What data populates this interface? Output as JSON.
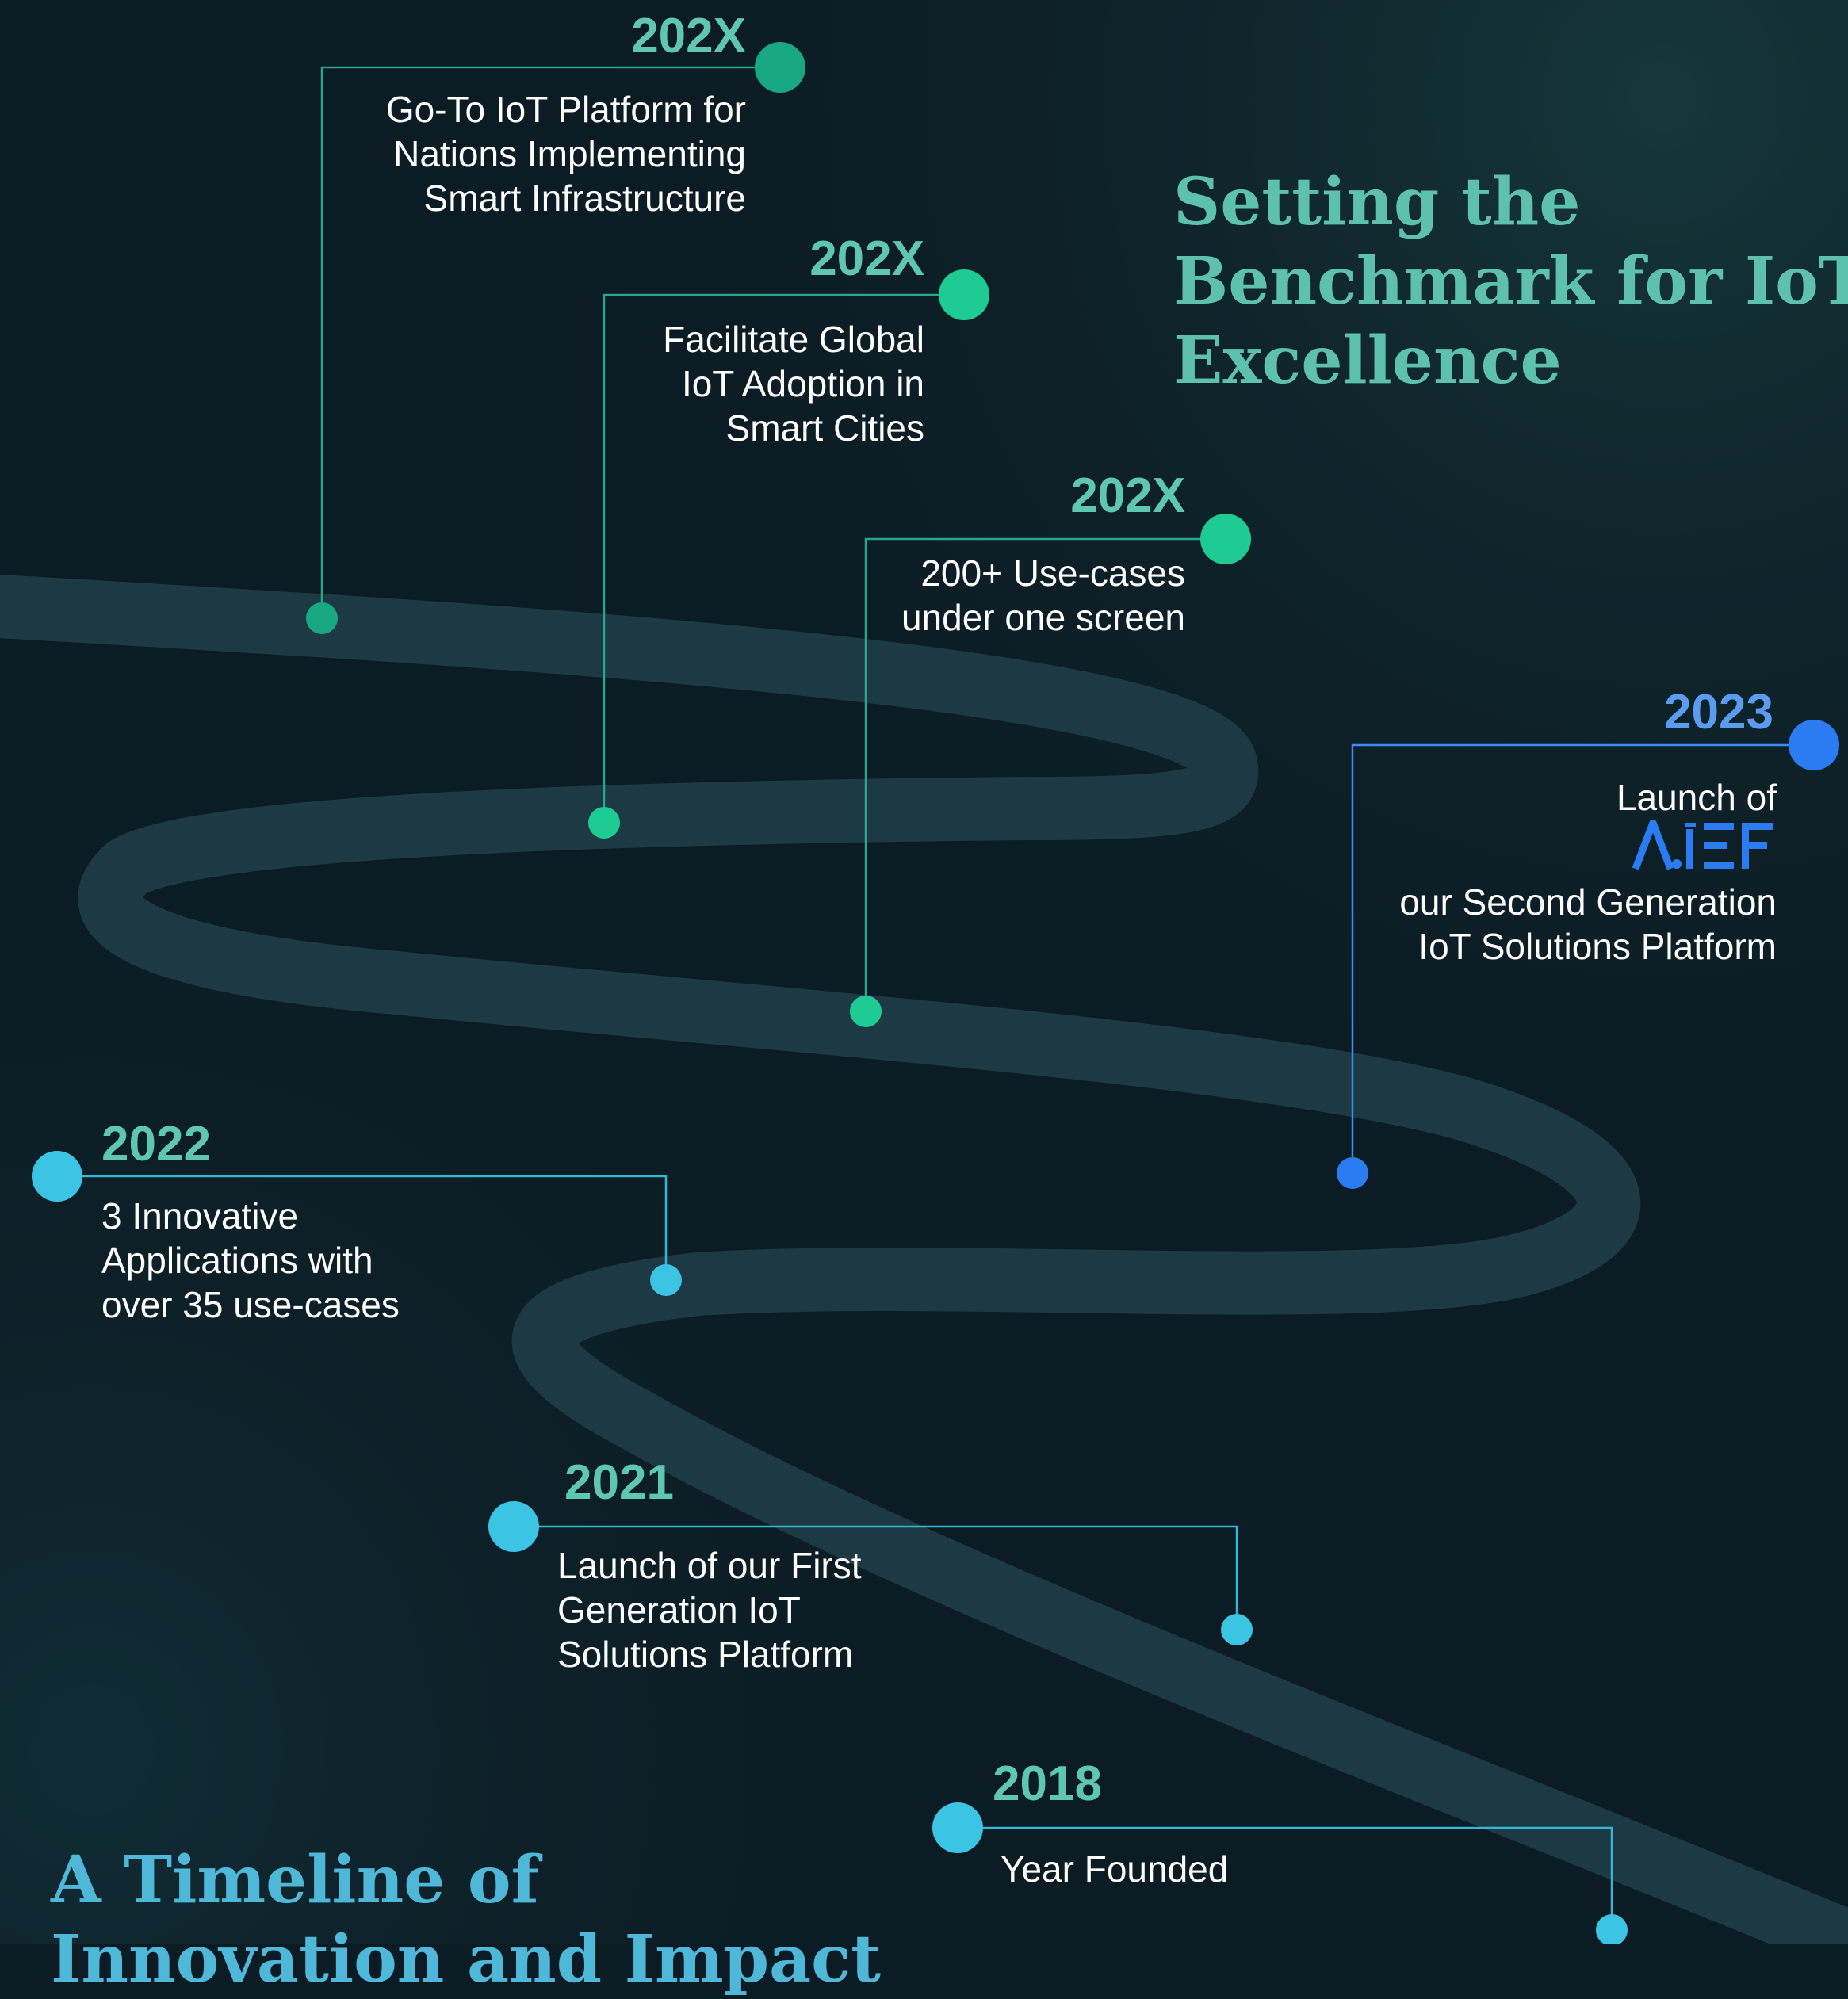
{
  "heading_main": {
    "lines": [
      "Setting the",
      "Benchmark for IoT",
      "Excellence"
    ]
  },
  "heading_bottom": {
    "lines": [
      "A Timeline of",
      "Innovation and Impact"
    ]
  },
  "milestones": [
    {
      "year": "202X",
      "lines": [
        "Go-To IoT Platform for",
        "Nations Implementing",
        "Smart Infrastructure"
      ]
    },
    {
      "year": "202X",
      "lines": [
        "Facilitate Global",
        "IoT Adoption in",
        "Smart Cities"
      ]
    },
    {
      "year": "202X",
      "lines": [
        "200+ Use-cases",
        "under one screen"
      ]
    },
    {
      "year": "2023",
      "prefix": "Launch of",
      "logo_text": "AIEF",
      "lines": [
        "our Second Generation",
        "IoT Solutions Platform"
      ]
    },
    {
      "year": "2022",
      "lines": [
        "3 Innovative",
        "Applications with",
        "over 35 use-cases"
      ]
    },
    {
      "year": "2021",
      "lines": [
        "Launch of our First",
        "Generation IoT",
        "Solutions Platform"
      ]
    },
    {
      "year": "2018",
      "lines": [
        "Year Founded"
      ]
    }
  ],
  "colors": {
    "background": "#0c1c24",
    "road": "#1d3a44",
    "green": "#18c08f",
    "teal_text": "#5fc7b1",
    "blue": "#2b7cf3",
    "cyan": "#3cc4e4"
  }
}
